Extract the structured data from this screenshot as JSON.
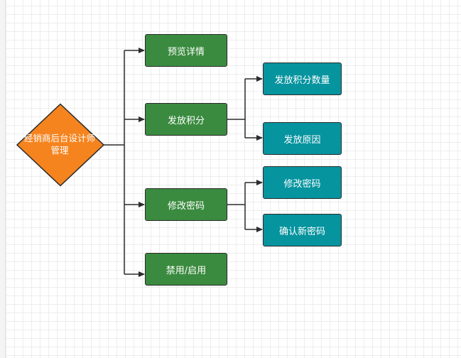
{
  "root": {
    "label": "经销商后台设计师管理",
    "color": "#f5841f"
  },
  "level1": [
    {
      "id": "preview",
      "label": "预览详情"
    },
    {
      "id": "issue-points",
      "label": "发放积分"
    },
    {
      "id": "change-password",
      "label": "修改密码"
    },
    {
      "id": "toggle",
      "label": "禁用/启用"
    }
  ],
  "level2": [
    {
      "id": "points-amount",
      "parent": "issue-points",
      "label": "发放积分数量"
    },
    {
      "id": "points-reason",
      "parent": "issue-points",
      "label": "发放原因"
    },
    {
      "id": "edit-password",
      "parent": "change-password",
      "label": "修改密码"
    },
    {
      "id": "confirm-password",
      "parent": "change-password",
      "label": "确认新密码"
    }
  ],
  "colors": {
    "level1": "#3a8b3f",
    "level2": "#06949f",
    "line": "#2b2b2b"
  }
}
